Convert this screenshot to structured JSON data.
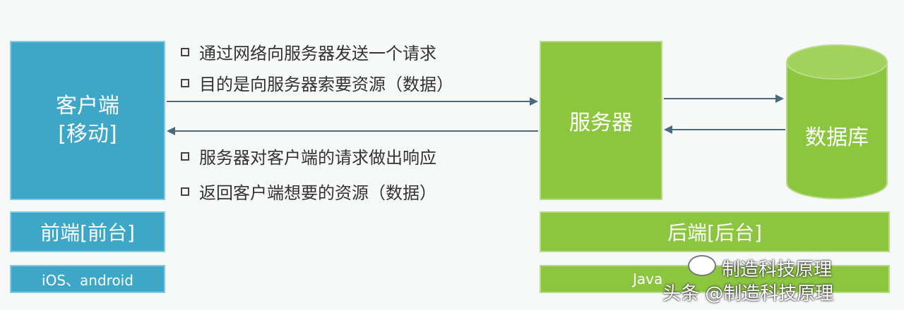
{
  "client": {
    "line1": "客户端",
    "line2": "[移动]"
  },
  "front_label": "前端[前台]",
  "front_tech": "iOS、android",
  "server_label": "服务器",
  "database_label": "数据库",
  "back_label": "后端[后台]",
  "back_tech": "Java",
  "request_notes": [
    "通过网络向服务器发送一个请求",
    "目的是向服务器索要资源（数据）"
  ],
  "response_notes": [
    "服务器对客户端的请求做出响应",
    "返回客户端想要的资源（数据）"
  ],
  "watermarks": {
    "account": "制造科技原理",
    "handle": "头条 @制造科技原理"
  },
  "colors": {
    "client": "#3ea7c7",
    "server": "#8cc63f",
    "arrow": "#4a6a82"
  }
}
